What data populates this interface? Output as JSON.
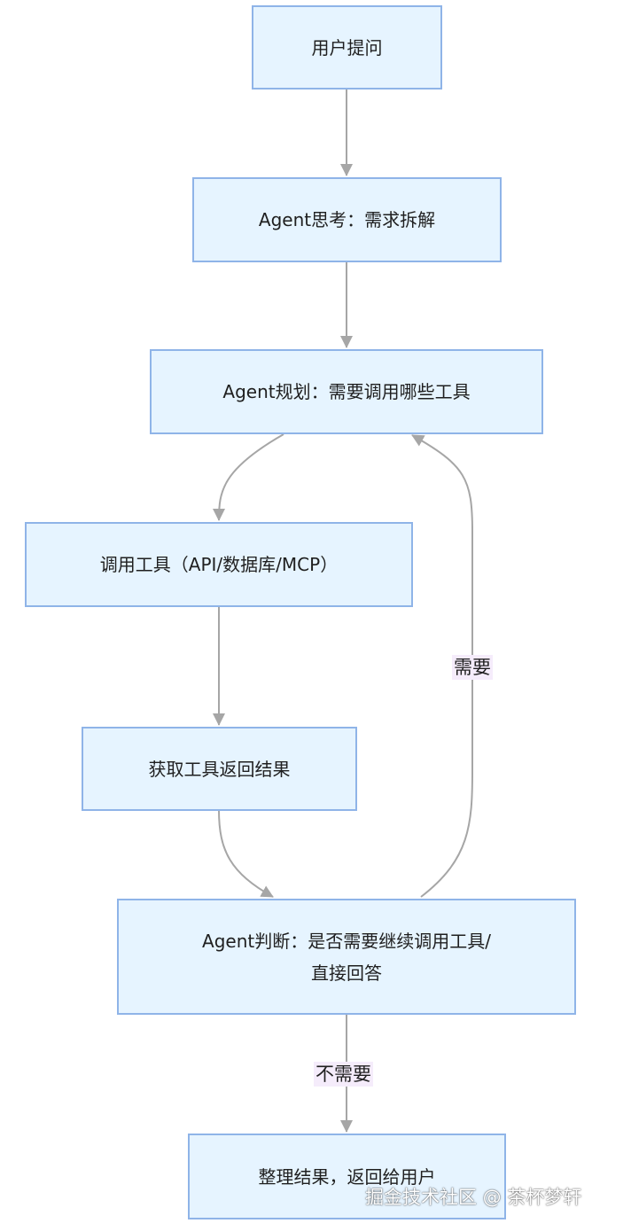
{
  "nodes": {
    "user_question": "用户提问",
    "agent_think": "Agent思考：需求拆解",
    "agent_plan": "Agent规划：需要调用哪些工具",
    "call_tools": "调用工具（API/数据库/MCP）",
    "get_results": "获取工具返回结果",
    "agent_judge_line1": "Agent判断：是否需要继续调用工具/",
    "agent_judge_line2": "直接回答",
    "final_answer": "整理结果，返回给用户"
  },
  "edges": {
    "need_label": "需要",
    "no_need_label": "不需要"
  },
  "colors": {
    "node_fill": "#e6f4ff",
    "node_border": "#8fb4e8",
    "edge": "#a6a6a6",
    "edge_label_bg": "#f5ecfb"
  },
  "watermark": "掘金技术社区 @ 茶杯梦轩"
}
